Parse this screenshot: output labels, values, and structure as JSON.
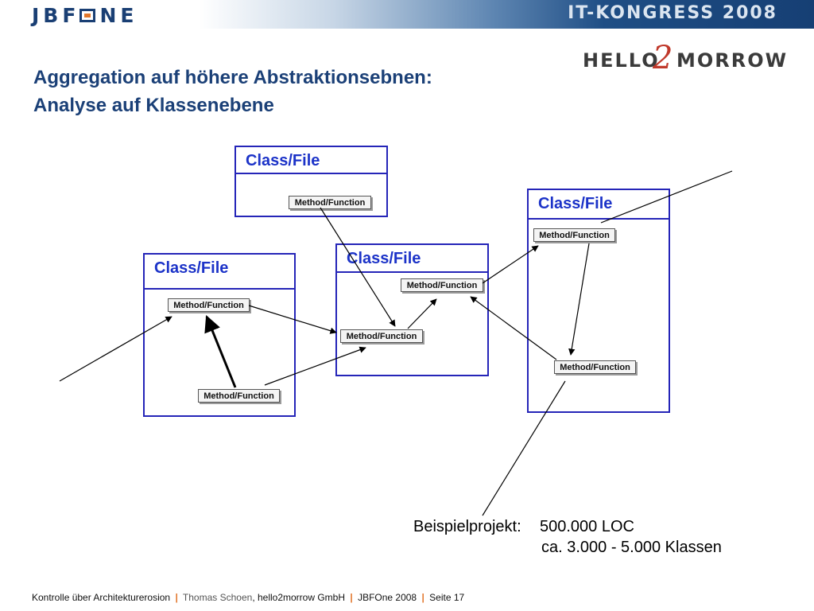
{
  "header": {
    "logo_text_prefix": "JBF",
    "logo_text_suffix": "NE",
    "event": "IT-KONGRESS 2008",
    "partner_logo": {
      "part1": "HELLO",
      "part2": "2",
      "part3": "MORROW"
    }
  },
  "slide": {
    "title_line1": "Aggregation auf höhere Abstraktionsebnen:",
    "title_line2": "Analyse auf Klassenebene"
  },
  "diagram": {
    "classes": [
      {
        "title": "Class/File",
        "methods": [
          "Method/Function"
        ]
      },
      {
        "title": "Class/File",
        "methods": [
          "Method/Function",
          "Method/Function"
        ]
      },
      {
        "title": "Class/File",
        "methods": [
          "Method/Function",
          "Method/Function"
        ]
      },
      {
        "title": "Class/File",
        "methods": [
          "Method/Function",
          "Method/Function"
        ]
      }
    ]
  },
  "note": {
    "label": "Beispielprojekt:",
    "line1": "500.000 LOC",
    "line2": "ca. 3.000 - 5.000 Klassen"
  },
  "footer": {
    "part1": "Kontrolle über Architekturerosion",
    "author": "Thomas Schoen",
    "company": ", hello2morrow GmbH",
    "event": "JBFOne 2008",
    "page": "Seite 17",
    "separator": "|",
    "accent_color": "#e2772b"
  },
  "colors": {
    "title": "#1b4077",
    "class_border": "#2525b8",
    "class_title": "#1c33c8"
  }
}
